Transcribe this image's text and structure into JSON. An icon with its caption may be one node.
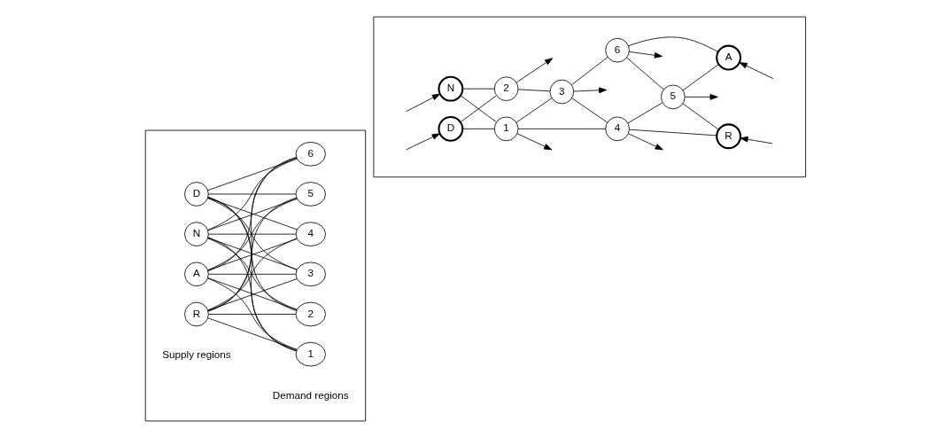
{
  "diagram": {
    "nodes": [
      {
        "text": [],
        "shape": "box"
      },
      {
        "text": [
          "N"
        ],
        "in": 0
      },
      {
        "text": [
          "D"
        ],
        "in": 0
      },
      {
        "text": [
          "R"
        ],
        "in": 0
      },
      {
        "text": [
          "A"
        ],
        "in": 0
      },
      {
        "text": [
          "1"
        ],
        "in": 0
      },
      {
        "text": [
          "2"
        ],
        "in": 0
      },
      {
        "text": [
          "3"
        ],
        "in": 0
      },
      {
        "text": [
          "4"
        ],
        "in": 0
      },
      {
        "text": [
          "5"
        ],
        "in": 0
      },
      {
        "text": [
          "6"
        ],
        "in": 0
      },
      {
        "text": [],
        "shape": "box"
      },
      {
        "text": [
          "N"
        ],
        "in": 11
      },
      {
        "text": [
          "D"
        ],
        "in": 11
      },
      {
        "text": [
          "1"
        ],
        "in": 11
      },
      {
        "text": [
          "2"
        ],
        "in": 11
      },
      {
        "text": [
          "3"
        ],
        "in": 11
      },
      {
        "text": [
          "4"
        ],
        "in": 11
      },
      {
        "text": [
          "R"
        ],
        "in": 11
      },
      {
        "text": [
          "5"
        ],
        "in": 11
      },
      {
        "text": [
          "6"
        ],
        "in": 11
      },
      {
        "text": [
          "A"
        ],
        "in": 11
      }
    ],
    "edges": [
      {
        "from": 1,
        "to": 5,
        "arrow": "none"
      },
      {
        "from": 1,
        "to": 6,
        "arrow": "none"
      },
      {
        "from": 1,
        "to": 7,
        "arrow": "none"
      },
      {
        "from": 1,
        "to": 8,
        "arrow": "none"
      },
      {
        "from": 1,
        "to": 9,
        "arrow": "none"
      },
      {
        "from": 1,
        "to": 10,
        "arrow": "none"
      },
      {
        "from": 2,
        "to": 5,
        "arrow": "none"
      },
      {
        "from": 2,
        "to": 6,
        "arrow": "none"
      },
      {
        "from": 2,
        "to": 7,
        "arrow": "none"
      },
      {
        "from": 2,
        "to": 8,
        "arrow": "none"
      },
      {
        "from": 2,
        "to": 9,
        "arrow": "none"
      },
      {
        "from": 2,
        "to": 10,
        "arrow": "none"
      },
      {
        "from": 3,
        "to": 5,
        "arrow": "none"
      },
      {
        "from": 3,
        "to": 6,
        "arrow": "none"
      },
      {
        "from": 3,
        "to": 7,
        "arrow": "none"
      },
      {
        "from": 3,
        "to": 8,
        "arrow": "none"
      },
      {
        "from": 3,
        "to": 9,
        "arrow": "none"
      },
      {
        "from": 3,
        "to": 10,
        "arrow": "none"
      },
      {
        "from": 4,
        "to": 5,
        "arrow": "none"
      },
      {
        "from": 4,
        "to": 6,
        "arrow": "none"
      },
      {
        "from": 4,
        "to": 7,
        "arrow": "none"
      },
      {
        "from": 4,
        "to": 8,
        "arrow": "none"
      },
      {
        "from": 4,
        "to": 9,
        "arrow": "none"
      },
      {
        "from": 4,
        "to": 10,
        "arrow": "none"
      },
      {
        "from": null,
        "to": 12,
        "arrow": "to"
      },
      {
        "from": 12,
        "to": 15,
        "arrow": "none"
      },
      {
        "from": 12,
        "to": 14,
        "arrow": "none"
      },
      {
        "from": null,
        "to": 13,
        "arrow": "to"
      },
      {
        "from": 13,
        "to": 14,
        "arrow": "none"
      },
      {
        "from": 13,
        "to": 15,
        "arrow": "none"
      },
      {
        "from": 14,
        "to": null,
        "arrow": "to"
      },
      {
        "from": 14,
        "to": 16,
        "arrow": "none"
      },
      {
        "from": 14,
        "to": 17,
        "arrow": "none"
      },
      {
        "from": 15,
        "to": null,
        "arrow": "to"
      },
      {
        "from": 15,
        "to": 16,
        "arrow": "none"
      },
      {
        "from": 16,
        "to": null,
        "arrow": "to"
      },
      {
        "from": 16,
        "to": 17,
        "arrow": "none"
      },
      {
        "from": 17,
        "to": null,
        "arrow": "to"
      },
      {
        "from": 17,
        "to": 18,
        "arrow": "none"
      },
      {
        "from": null,
        "to": 18,
        "arrow": "to"
      },
      {
        "from": 17,
        "to": 19,
        "arrow": "none"
      },
      {
        "from": 16,
        "to": 20,
        "arrow": "none"
      },
      {
        "from": 20,
        "to": null,
        "arrow": "to"
      },
      {
        "from": 19,
        "to": null,
        "arrow": "to"
      },
      {
        "from": 20,
        "to": 19,
        "arrow": "none"
      },
      {
        "from": 19,
        "to": 18,
        "arrow": "none"
      },
      {
        "from": 20,
        "to": 21,
        "arrow": "none"
      },
      {
        "from": 19,
        "to": 21,
        "arrow": "none"
      },
      {
        "from": null,
        "to": 21,
        "arrow": "to"
      }
    ],
    "labels": [
      "Demand regions",
      "Supply regions"
    ]
  }
}
